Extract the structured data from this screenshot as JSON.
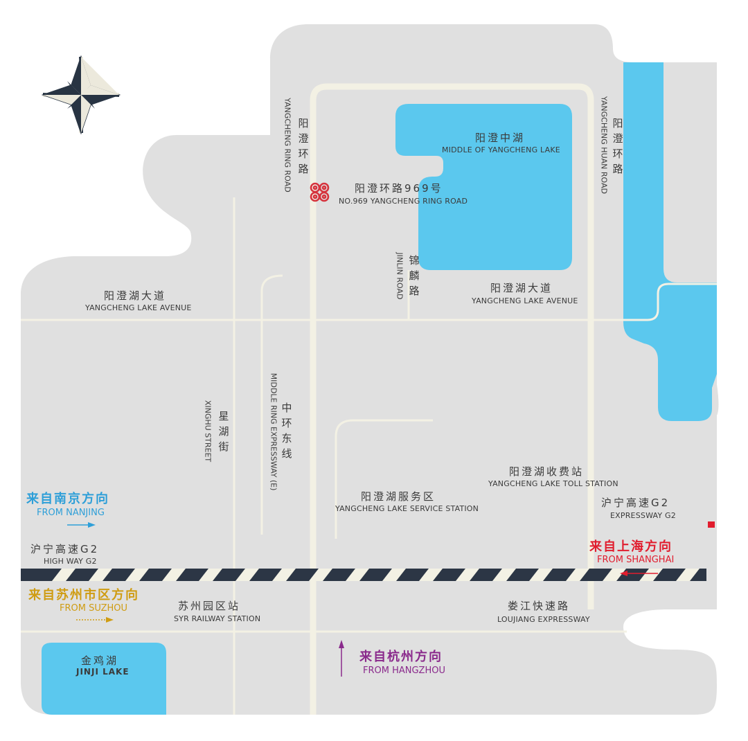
{
  "colors": {
    "land": "#e0e0e0",
    "water": "#5bc8ee",
    "road": "#f3f1e4",
    "nanjing": "#2e9fd8",
    "shanghai": "#e11d2e",
    "suzhou": "#cf9c12",
    "hangzhou": "#8a2a8c",
    "logo": "#d6333d",
    "compass_dark": "#283443",
    "compass_light": "#ece9dc"
  },
  "icons": {
    "compass": "compass-rose-icon",
    "venue": "venue-swirl-icon"
  },
  "venue": {
    "zh": "阳澄环路969号",
    "en": "NO.969 YANGCHENG RING ROAD"
  },
  "lakes": {
    "middle": {
      "zh": "阳澄中湖",
      "en": "MIDDLE OF YANGCHENG LAKE"
    },
    "jinji": {
      "zh": "金鸡湖",
      "en": "JINJI LAKE"
    }
  },
  "roads": {
    "ring_road_west": {
      "zh": "阳澄环路",
      "en": "YANGCHENG RING ROAD"
    },
    "huan_road_east": {
      "zh": "阳澄环路",
      "en": "YANGCHENG HUAN ROAD"
    },
    "jinlin": {
      "zh": "锦麟路",
      "en": "JINLIN ROAD"
    },
    "avenue_west": {
      "zh": "阳澄湖大道",
      "en": "YANGCHENG LAKE AVENUE"
    },
    "avenue_east": {
      "zh": "阳澄湖大道",
      "en": "YANGCHENG LAKE AVENUE"
    },
    "xinghu": {
      "zh": "星湖街",
      "en": "XINGHU STREET"
    },
    "middle_ring": {
      "zh": "中环东线",
      "en": "MIDDLE RING EXPRESSWAY (E)"
    },
    "highway_g2": {
      "zh": "沪宁高速G2",
      "en": "HIGH WAY G2"
    },
    "expressway_g2": {
      "zh": "沪宁高速G2",
      "en": "EXPRESSWAY G2"
    },
    "loujiang": {
      "zh": "娄江快速路",
      "en": "LOUJIANG EXPRESSWAY"
    }
  },
  "places": {
    "toll_station": {
      "zh": "阳澄湖收费站",
      "en": "YANGCHENG LAKE TOLL STATION"
    },
    "service_station": {
      "zh": "阳澄湖服务区",
      "en": "YANGCHENG LAKE SERVICE STATION"
    },
    "railway_station": {
      "zh": "苏州园区站",
      "en": "SYR RAILWAY STATION"
    }
  },
  "directions": {
    "nanjing": {
      "zh": "来自南京方向",
      "en": "FROM NANJING"
    },
    "shanghai": {
      "zh": "来自上海方向",
      "en": "FROM SHANGHAI"
    },
    "suzhou": {
      "zh": "来自苏州市区方向",
      "en": "FROM SUZHOU"
    },
    "hangzhou": {
      "zh": "来自杭州方向",
      "en": "FROM HANGZHOU"
    }
  }
}
